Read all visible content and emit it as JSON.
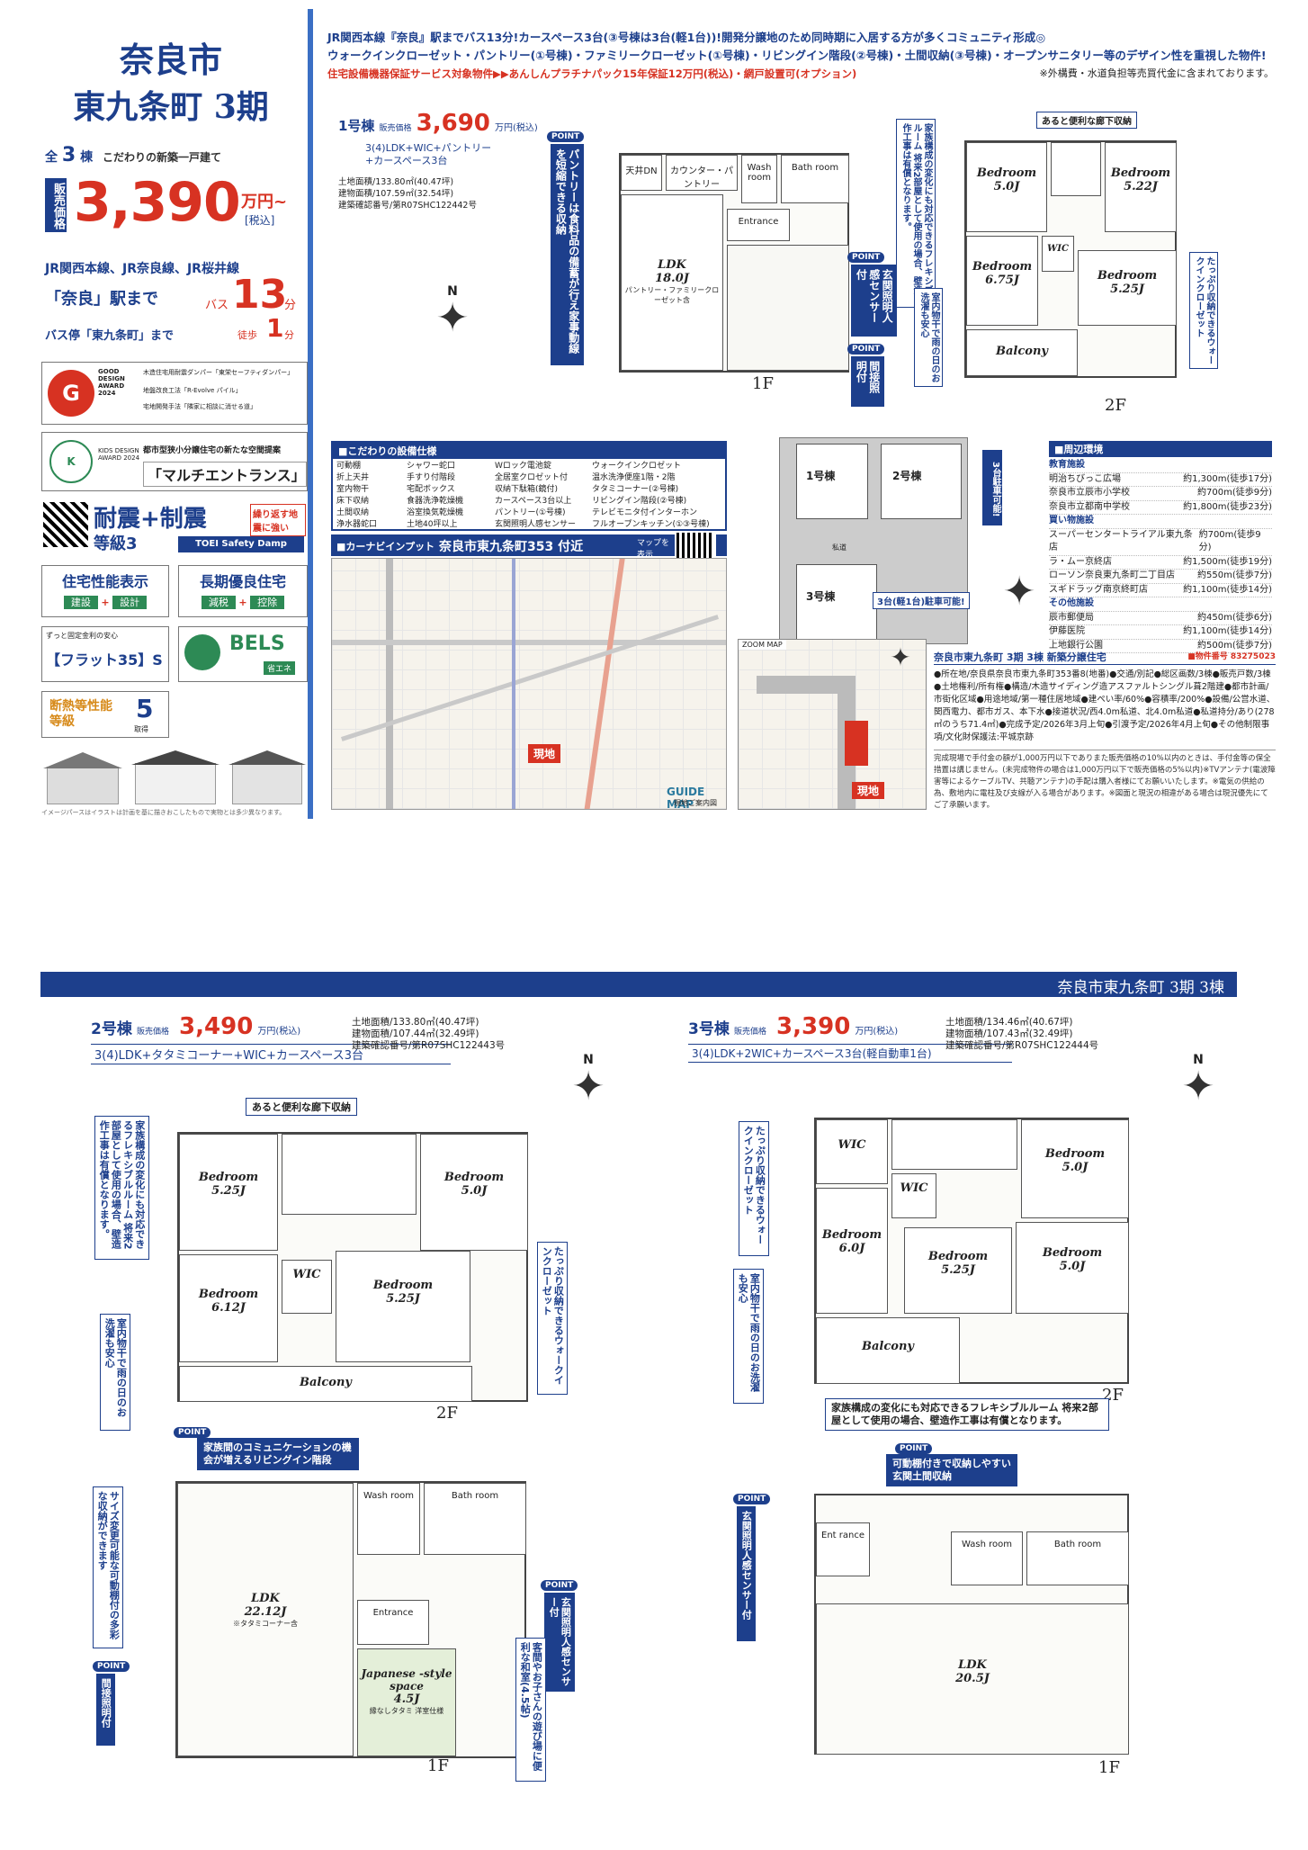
{
  "page1": {
    "left": {
      "city": "奈良市",
      "area": "東九条町 3期",
      "count_prefix": "全",
      "count_num": "3",
      "count_unit": "棟",
      "count_tag": "こだわりの新築一戸建て",
      "price_label": "販売価格",
      "price": "3,390",
      "price_unit": "万円~",
      "price_tax": "[税込]",
      "lines": "JR関西本線、JR奈良線、JR桜井線",
      "station": "「奈良」駅まで",
      "bus_label": "バス",
      "bus_min": "13",
      "bus_unit": "分",
      "busstop": "バス停「東九条町」まで",
      "walk_label": "徒歩",
      "walk_min": "1",
      "walk_unit": "分",
      "gd_title": "GOOD DESIGN AWARD 2024",
      "gd_text1": "木造住宅用耐震ダンパー「東栄セーフティダンパー」",
      "gd_text2": "地盤改良工法「R-Evolve パイル」",
      "gd_text3": "宅地開発手法「隣家に相談に消せる道」",
      "kids_title": "KIDS DESIGN AWARD 2024",
      "kids_text": "都市型狭小分譲住宅の新たな空間提案",
      "kids_name": "「マルチエントランス」",
      "seismic": "耐震+制震",
      "seismic_grade": "等級3",
      "seismic_note": "繰り返す地震に強い",
      "damp": "TOEI Safety Damp",
      "perf_title": "住宅性能表示",
      "perf_sub1": "建設",
      "perf_sub2": "設計",
      "long_title": "長期優良住宅",
      "long_sub1": "減税",
      "long_sub2": "控除",
      "flat_note": "ずっと固定金利の安心",
      "flat": "【フラット35】S",
      "bels": "BELS",
      "bels_sub": "省エネ",
      "insul": "断熱等性能等級",
      "insul_grade": "5",
      "insul_sub": "取得",
      "caption": "イメージパースはイラストは計画を基に描きおこしたもので実物とは多少異なります。"
    },
    "header": {
      "line1": "JR関西本線『奈良』駅までバス13分!カースペース3台(③号棟は3台(軽1台))!開発分譲地のため同時期に入居する方が多くコミュニティ形成◎",
      "line2": "ウォークインクローゼット・パントリー(①号棟)・ファミリークローゼット(①号棟)・リビングイン階段(②号棟)・土間収納(③号棟)・オープンサニタリー等のデザイン性を重視した物件!",
      "line3": "住宅設備機器保証サービス対象物件▶▶あんしんプラチナパック15年保証12万円(税込)・網戸設置可(オプション)",
      "note": "※外構費・水道負担等売買代金に含まれております。"
    },
    "house1": {
      "name": "1号棟",
      "price_label": "販売価格",
      "price": "3,690",
      "unit": "万円(税込)",
      "layout": "3(4)LDK+WIC+パントリー+カースペース3台",
      "land": "土地面積/133.80㎡(40.47坪)",
      "bldg": "建物面積/107.59㎡(32.54坪)",
      "cert": "建築確認番号/第R07SHC122442号",
      "f1": "1F",
      "f2": "2F",
      "ldk": "LDK",
      "ldk_size": "18.0J",
      "pantry_note": "パントリー・ファミリークローゼット含",
      "entrance": "Entrance",
      "wash": "Wash room",
      "bath": "Bath room",
      "bed1": "Bedroom",
      "bed1s": "5.0J",
      "bed2": "Bedroom",
      "bed2s": "5.22J",
      "bed3": "Bedroom",
      "bed3s": "6.75J",
      "bed4": "Bedroom",
      "bed4s": "5.25J",
      "wic": "WIC",
      "balcony": "Balcony",
      "hall_note": "あると便利な廊下収納",
      "note_pantry": "パントリーは食料品の備蓄が行え家事動線を短縮できる収納",
      "note_sensor": "玄関照明人感センサー付",
      "note_indirect": "間接照明付",
      "note_flex": "家族構成の変化にも対応できるフレキシブルルーム 将来2部屋として使用の場合、壁造作工事は有償となります。",
      "note_dry": "室内物干で雨の日のお洗濯も安心",
      "note_walkin": "たっぷり収納できるウォークインクローゼット"
    },
    "spec": {
      "title": "■こだわりの設備仕様",
      "items": [
        "可動棚",
        "折上天井",
        "室内物干",
        "床下収納",
        "土間収納",
        "浄水器蛇口",
        "シャワー蛇口",
        "手すり付階段",
        "宅配ボックス",
        "食器洗浄乾燥機",
        "浴室換気乾燥機",
        "土地40坪以上",
        "Wロック電池錠",
        "全居室クロゼット付",
        "収納下駄箱(鏡付)",
        "カースペース3台以上",
        "パントリー(①号棟)",
        "玄関照明人感センサー",
        "ウォークインクロゼット",
        "温水洗浄便座1階・2階",
        "タタミコーナー(②号棟)",
        "リビングイン階段(②号棟)",
        "テレビモニタ付インターホン",
        "フルオープンキッチン(①③号棟)"
      ]
    },
    "map": {
      "title": "■カーナビインプット",
      "address": "奈良市東九条町353 付近",
      "qr_label": "マップを表示",
      "site": "現地",
      "guide": "GUIDE MAP",
      "guide_sub": "現地ご案内図",
      "zoom": "ZOOM MAP"
    },
    "plot": {
      "h1": "1号棟",
      "h2": "2号棟",
      "h3": "3号棟",
      "road": "私道",
      "parking": "3台駐車可能!",
      "parking3": "3台(軽1台)駐車可能!"
    },
    "env": {
      "title": "■周辺環境",
      "items": [
        [
          "教育施設",
          ""
        ],
        [
          "明治ちびっこ広場",
          "約1,300m(徒歩17分)"
        ],
        [
          "奈良市立辰市小学校",
          "約700m(徒歩9分)"
        ],
        [
          "奈良市立都南中学校",
          "約1,800m(徒歩23分)"
        ],
        [
          "買い物施設",
          ""
        ],
        [
          "スーパーセンタートライアル東九条店",
          "約700m(徒歩9分)"
        ],
        [
          "ラ・ムー京終店",
          "約1,500m(徒歩19分)"
        ],
        [
          "ローソン奈良東九条町二丁目店",
          "約550m(徒歩7分)"
        ],
        [
          "スギドラッグ南京終町店",
          "約1,100m(徒歩14分)"
        ],
        [
          "その他施設",
          ""
        ],
        [
          "辰市郵便局",
          "約450m(徒歩6分)"
        ],
        [
          "伊藤医院",
          "約1,100m(徒歩14分)"
        ],
        [
          "上地銀行公園",
          "約500m(徒歩7分)"
        ]
      ]
    },
    "info": {
      "title": "奈良市東九条町 3期 3棟 新築分譲住宅",
      "id": "■物件番号 83275023",
      "body": "●所在地/奈良県奈良市東九条町353番8(地番)●交通/別記●総区画数/3棟●販売戸数/3棟●土地権利/所有権●構造/木造サイディング造アスファルトシングル葺2階建●都市計画/市街化区域●用途地域/第一種住居地域●建ぺい率/60%●容積率/200%●設備/公営水道、関西電力、都市ガス、本下水●接道状況/西4.0m私道、北4.0m私道●私道持分/あり(278㎡のうち71.4㎡)●完成予定/2026年3月上旬●引渡予定/2026年4月上旬●その他制限事項/文化財保護法:平城京跡",
      "footer": "完成現場で手付金の額が1,000万円以下でありまた販売価格の10%以内のときは、手付金等の保全措置は講じません。(未完成物件の場合は1,000万円以下で販売価格の5%以内)※TVアンテナ(電波障害等によるケーブルTV、共聴アンテナ)の手配は購入者様にてお願いいたします。※電気の供給の為、敷地内に電柱及び支線が入る場合があります。※図面と現況の相違がある場合は現況優先にてご了承願います。"
    }
  },
  "page2": {
    "header": "奈良市東九条町 3期 3棟",
    "house2": {
      "name": "2号棟",
      "price_label": "販売価格",
      "price": "3,490",
      "unit": "万円(税込)",
      "layout": "3(4)LDK+タタミコーナー+WIC+カースペース3台",
      "land": "土地面積/133.80㎡(40.47坪)",
      "bldg": "建物面積/107.44㎡(32.49坪)",
      "cert": "建築確認番号/第R07SHC122443号",
      "f1": "1F",
      "f2": "2F",
      "hall_note": "あると便利な廊下収納",
      "bed1": "Bedroom",
      "bed1s": "5.25J",
      "bed2": "Bedroom",
      "bed2s": "5.0J",
      "bed3": "Bedroom",
      "bed3s": "5.25J",
      "bed4": "Bedroom",
      "bed4s": "6.12J",
      "wic": "WIC",
      "balcony": "Balcony",
      "ldk": "LDK",
      "ldk_size": "22.12J",
      "ldk_note": "※タタミコーナー含",
      "jp": "Japanese -style space",
      "jp_size": "4.5J",
      "jp_note": "縁なしタタミ 洋室仕様",
      "entrance": "Entrance",
      "wash": "Wash room",
      "bath": "Bath room",
      "living_stair": "家族間のコミュニケーションの機会が増えるリビングイン階段",
      "note_flex": "家族構成の変化にも対応できるフレキシブルルーム 将来2部屋として使用の場合、壁造作工事は有償となります。",
      "note_dry": "室内物干で雨の日のお洗濯も安心",
      "note_walkin": "たっぷり収納できるウォークインクローゼット",
      "note_shelf": "サイズ変更可能な可動棚付の多彩な収納ができます",
      "note_sensor": "玄関照明人感センサー付",
      "note_indirect": "間接照明付",
      "note_kids": "客間やお子さんの遊び場に便利な和室(4.5帖)"
    },
    "house3": {
      "name": "3号棟",
      "price_label": "販売価格",
      "price": "3,390",
      "unit": "万円(税込)",
      "layout": "3(4)LDK+2WIC+カースペース3台(軽自動車1台)",
      "land": "土地面積/134.46㎡(40.67坪)",
      "bldg": "建物面積/107.43㎡(32.49坪)",
      "cert": "建築確認番号/第R07SHC122444号",
      "f1": "1F",
      "f2": "2F",
      "wic1": "WIC",
      "wic2": "WIC",
      "bed1": "Bedroom",
      "bed1s": "5.0J",
      "bed2": "Bedroom",
      "bed2s": "6.0J",
      "bed3": "Bedroom",
      "bed3s": "5.25J",
      "bed4": "Bedroom",
      "bed4s": "5.0J",
      "balcony": "Balcony",
      "ldk": "LDK",
      "ldk_size": "20.5J",
      "entrance": "Ent rance",
      "wash": "Wash room",
      "bath": "Bath room",
      "note_flex": "家族構成の変化にも対応できるフレキシブルルーム 将来2部屋として使用の場合、壁造作工事は有償となります。",
      "note_dry": "室内物干で雨の日のお洗濯も安心",
      "note_walkin": "たっぷり収納できるウォークインクローゼット",
      "note_doma": "可動棚付きで収納しやすい玄関土間収納",
      "note_sensor": "玄関照明人感センサー付"
    }
  },
  "common": {
    "north": "N",
    "point": "POINT"
  },
  "colors": {
    "brand": "#1d3f8c",
    "price": "#d73222",
    "accent": "#3b6fc4"
  }
}
